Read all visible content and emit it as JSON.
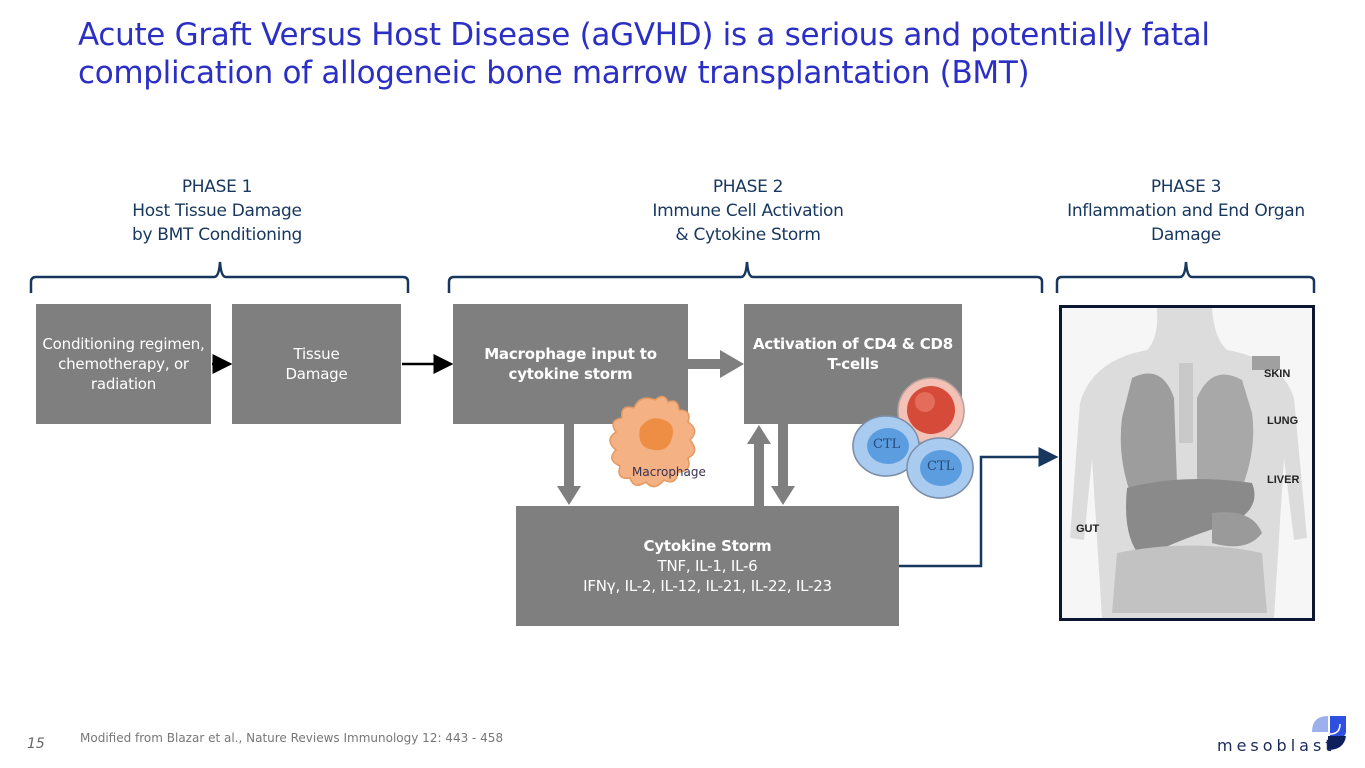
{
  "slide": {
    "title_line1": "Acute Graft Versus Host Disease (aGVHD) is a serious and potentially fatal",
    "title_line2": "complication of allogeneic bone marrow transplantation (BMT)",
    "page_number": "15",
    "source": "Modified from Blazar et al., Nature Reviews Immunology 12: 443 - 458",
    "brand": "mesoblast"
  },
  "colors": {
    "title": "#2b2fc4",
    "phase_text": "#17375e",
    "box_fill": "#7f7f7f",
    "connector": "#17375e",
    "logo_light": "#9db0ee",
    "logo_mid": "#2f4fe0",
    "logo_dark": "#0f1f5c"
  },
  "phases": [
    {
      "heading": "PHASE 1",
      "line1": "Host Tissue Damage",
      "line2": "by BMT Conditioning"
    },
    {
      "heading": "PHASE 2",
      "line1": "Immune Cell Activation",
      "line2": "& Cytokine Storm"
    },
    {
      "heading": "PHASE 3",
      "line1": "Inflammation and End Organ",
      "line2": "Damage"
    }
  ],
  "boxes": {
    "conditioning": {
      "line1": "Conditioning regimen,",
      "line2": "chemotherapy, or",
      "line3": "radiation"
    },
    "tissue_damage": {
      "line1": "Tissue",
      "line2": "Damage"
    },
    "macrophage_input": {
      "line1": "Macrophage input to",
      "line2": "cytokine storm"
    },
    "activation": {
      "line1": "Activation of CD4 & CD8",
      "line2": "T-cells"
    },
    "cytokine_storm": {
      "title": "Cytokine Storm",
      "line1": "TNF, IL-1, IL-6",
      "line2": "IFNγ, IL-2, IL-12, IL-21, IL-22, IL-23"
    }
  },
  "cells": {
    "macrophage_label": "Macrophage",
    "ctl_label_1": "CTL",
    "ctl_label_2": "CTL"
  },
  "organs": {
    "skin": "SKIN",
    "lung": "LUNG",
    "liver": "LIVER",
    "gut": "GUT"
  }
}
